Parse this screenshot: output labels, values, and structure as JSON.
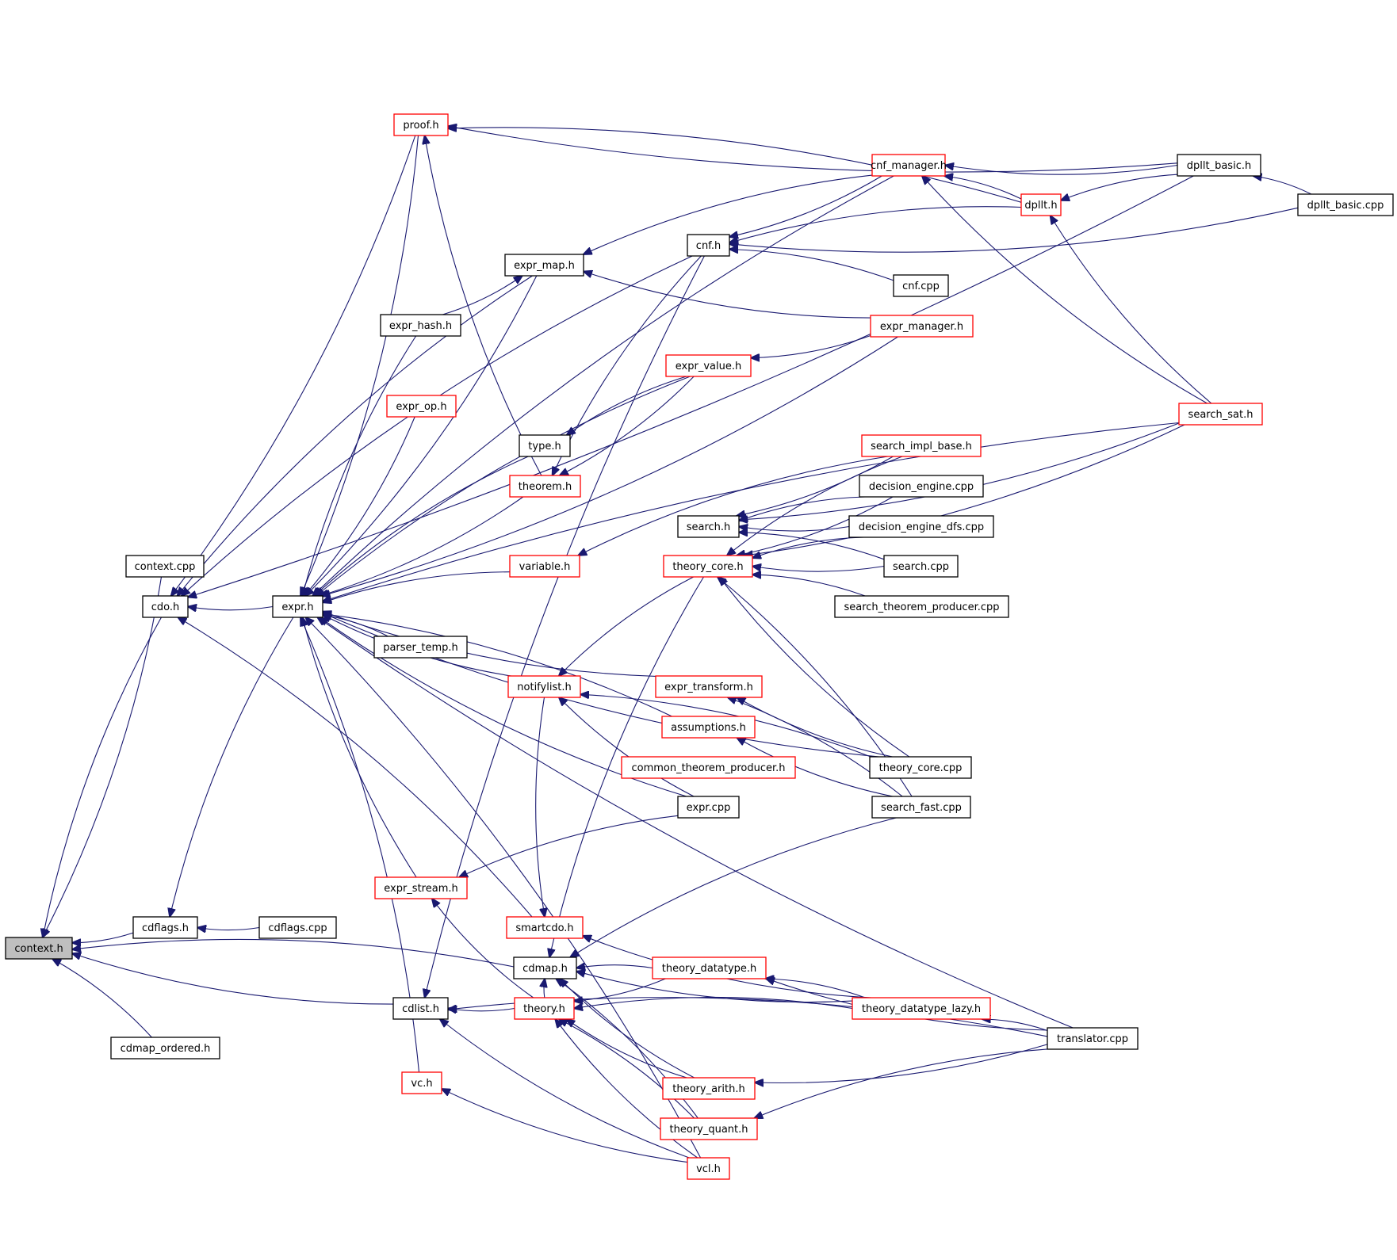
{
  "graph": {
    "title": "context.h include dependency graph (included-by)",
    "root": "context.h",
    "colors": {
      "edge": "#191970",
      "truncated_border": "#ff0000",
      "normal_border": "#000000",
      "root_fill": "#bfbfbf"
    },
    "nodes": [
      {
        "id": "context_h",
        "label": "context.h",
        "status": "root"
      },
      {
        "id": "context_cpp",
        "label": "context.cpp",
        "status": "normal"
      },
      {
        "id": "cdo_h",
        "label": "cdo.h",
        "status": "normal"
      },
      {
        "id": "cdflags_h",
        "label": "cdflags.h",
        "status": "normal"
      },
      {
        "id": "cdflags_cpp",
        "label": "cdflags.cpp",
        "status": "normal"
      },
      {
        "id": "cdmap_ordered_h",
        "label": "cdmap_ordered.h",
        "status": "normal"
      },
      {
        "id": "expr_h",
        "label": "expr.h",
        "status": "normal"
      },
      {
        "id": "proof_h",
        "label": "proof.h",
        "status": "truncated"
      },
      {
        "id": "expr_hash_h",
        "label": "expr_hash.h",
        "status": "normal"
      },
      {
        "id": "expr_op_h",
        "label": "expr_op.h",
        "status": "truncated"
      },
      {
        "id": "parser_temp_h",
        "label": "parser_temp.h",
        "status": "normal"
      },
      {
        "id": "expr_stream_h",
        "label": "expr_stream.h",
        "status": "truncated"
      },
      {
        "id": "vc_h",
        "label": "vc.h",
        "status": "truncated"
      },
      {
        "id": "cdlist_h",
        "label": "cdlist.h",
        "status": "normal"
      },
      {
        "id": "expr_map_h",
        "label": "expr_map.h",
        "status": "normal"
      },
      {
        "id": "type_h",
        "label": "type.h",
        "status": "normal"
      },
      {
        "id": "theorem_h",
        "label": "theorem.h",
        "status": "truncated"
      },
      {
        "id": "variable_h",
        "label": "variable.h",
        "status": "truncated"
      },
      {
        "id": "notifylist_h",
        "label": "notifylist.h",
        "status": "truncated"
      },
      {
        "id": "smartcdo_h",
        "label": "smartcdo.h",
        "status": "truncated"
      },
      {
        "id": "cdmap_h",
        "label": "cdmap.h",
        "status": "normal"
      },
      {
        "id": "theory_h",
        "label": "theory.h",
        "status": "truncated"
      },
      {
        "id": "cnf_h",
        "label": "cnf.h",
        "status": "normal"
      },
      {
        "id": "expr_value_h",
        "label": "expr_value.h",
        "status": "truncated"
      },
      {
        "id": "search_h",
        "label": "search.h",
        "status": "normal"
      },
      {
        "id": "theory_core_h",
        "label": "theory_core.h",
        "status": "truncated"
      },
      {
        "id": "expr_transform_h",
        "label": "expr_transform.h",
        "status": "truncated"
      },
      {
        "id": "assumptions_h",
        "label": "assumptions.h",
        "status": "truncated"
      },
      {
        "id": "common_theorem_producer_h",
        "label": "common_theorem_producer.h",
        "status": "truncated"
      },
      {
        "id": "expr_cpp",
        "label": "expr.cpp",
        "status": "normal"
      },
      {
        "id": "theory_datatype_h",
        "label": "theory_datatype.h",
        "status": "truncated"
      },
      {
        "id": "theory_arith_h",
        "label": "theory_arith.h",
        "status": "truncated"
      },
      {
        "id": "theory_quant_h",
        "label": "theory_quant.h",
        "status": "truncated"
      },
      {
        "id": "vcl_h",
        "label": "vcl.h",
        "status": "truncated"
      },
      {
        "id": "cnf_manager_h",
        "label": "cnf_manager.h",
        "status": "truncated"
      },
      {
        "id": "cnf_cpp",
        "label": "cnf.cpp",
        "status": "normal"
      },
      {
        "id": "expr_manager_h",
        "label": "expr_manager.h",
        "status": "truncated"
      },
      {
        "id": "search_impl_base_h",
        "label": "search_impl_base.h",
        "status": "truncated"
      },
      {
        "id": "decision_engine_cpp",
        "label": "decision_engine.cpp",
        "status": "normal"
      },
      {
        "id": "decision_engine_dfs_cpp",
        "label": "decision_engine_dfs.cpp",
        "status": "normal"
      },
      {
        "id": "search_cpp",
        "label": "search.cpp",
        "status": "normal"
      },
      {
        "id": "search_theorem_producer_cpp",
        "label": "search_theorem_producer.cpp",
        "status": "normal"
      },
      {
        "id": "theory_core_cpp",
        "label": "theory_core.cpp",
        "status": "normal"
      },
      {
        "id": "search_fast_cpp",
        "label": "search_fast.cpp",
        "status": "normal"
      },
      {
        "id": "theory_datatype_lazy_h",
        "label": "theory_datatype_lazy.h",
        "status": "truncated"
      },
      {
        "id": "dpllt_h",
        "label": "dpllt.h",
        "status": "truncated"
      },
      {
        "id": "dpllt_basic_h",
        "label": "dpllt_basic.h",
        "status": "normal"
      },
      {
        "id": "dpllt_basic_cpp",
        "label": "dpllt_basic.cpp",
        "status": "normal"
      },
      {
        "id": "search_sat_h",
        "label": "search_sat.h",
        "status": "truncated"
      },
      {
        "id": "translator_cpp",
        "label": "translator.cpp",
        "status": "normal"
      }
    ],
    "edges": [
      {
        "from": "context_cpp",
        "to": "context_h"
      },
      {
        "from": "cdo_h",
        "to": "context_h"
      },
      {
        "from": "cdflags_h",
        "to": "context_h"
      },
      {
        "from": "cdmap_h",
        "to": "context_h"
      },
      {
        "from": "cdlist_h",
        "to": "context_h"
      },
      {
        "from": "cdmap_ordered_h",
        "to": "context_h"
      },
      {
        "from": "cdflags_cpp",
        "to": "cdflags_h"
      },
      {
        "from": "expr_h",
        "to": "cdflags_h"
      },
      {
        "from": "expr_h",
        "to": "cdo_h"
      },
      {
        "from": "smartcdo_h",
        "to": "cdo_h"
      },
      {
        "from": "proof_h",
        "to": "cdo_h"
      },
      {
        "from": "cnf_h",
        "to": "cdo_h"
      },
      {
        "from": "dpllt_basic_h",
        "to": "cdo_h"
      },
      {
        "from": "expr_map_h",
        "to": "cdo_h"
      },
      {
        "from": "proof_h",
        "to": "expr_h"
      },
      {
        "from": "expr_hash_h",
        "to": "expr_h"
      },
      {
        "from": "expr_op_h",
        "to": "expr_h"
      },
      {
        "from": "parser_temp_h",
        "to": "expr_h"
      },
      {
        "from": "expr_stream_h",
        "to": "expr_h"
      },
      {
        "from": "vc_h",
        "to": "expr_h"
      },
      {
        "from": "expr_map_h",
        "to": "expr_h"
      },
      {
        "from": "type_h",
        "to": "expr_h"
      },
      {
        "from": "theorem_h",
        "to": "expr_h"
      },
      {
        "from": "variable_h",
        "to": "expr_h"
      },
      {
        "from": "notifylist_h",
        "to": "expr_h"
      },
      {
        "from": "expr_value_h",
        "to": "expr_h"
      },
      {
        "from": "expr_transform_h",
        "to": "expr_h"
      },
      {
        "from": "assumptions_h",
        "to": "expr_h"
      },
      {
        "from": "expr_cpp",
        "to": "expr_h"
      },
      {
        "from": "cnf_manager_h",
        "to": "expr_h"
      },
      {
        "from": "expr_manager_h",
        "to": "expr_h"
      },
      {
        "from": "search_sat_h",
        "to": "expr_h"
      },
      {
        "from": "theory_core_cpp",
        "to": "expr_h"
      },
      {
        "from": "vcl_h",
        "to": "expr_h"
      },
      {
        "from": "translator_cpp",
        "to": "expr_h"
      },
      {
        "from": "expr_hash_h",
        "to": "expr_map_h"
      },
      {
        "from": "expr_manager_h",
        "to": "expr_map_h"
      },
      {
        "from": "cnf_manager_h",
        "to": "expr_map_h"
      },
      {
        "from": "dpllt_basic_h",
        "to": "proof_h"
      },
      {
        "from": "dpllt_h",
        "to": "proof_h"
      },
      {
        "from": "theorem_h",
        "to": "proof_h"
      },
      {
        "from": "cnf_h",
        "to": "theorem_h"
      },
      {
        "from": "expr_value_h",
        "to": "theorem_h"
      },
      {
        "from": "expr_value_h",
        "to": "type_h"
      },
      {
        "from": "expr_manager_h",
        "to": "expr_value_h"
      },
      {
        "from": "search_impl_base_h",
        "to": "variable_h"
      },
      {
        "from": "cnf_manager_h",
        "to": "cnf_h"
      },
      {
        "from": "dpllt_h",
        "to": "cnf_h"
      },
      {
        "from": "dpllt_basic_cpp",
        "to": "cnf_h"
      },
      {
        "from": "cnf_cpp",
        "to": "cnf_h"
      },
      {
        "from": "dpllt_basic_h",
        "to": "cnf_manager_h"
      },
      {
        "from": "dpllt_h",
        "to": "cnf_manager_h"
      },
      {
        "from": "search_sat_h",
        "to": "cnf_manager_h"
      },
      {
        "from": "dpllt_basic_h",
        "to": "dpllt_h"
      },
      {
        "from": "search_sat_h",
        "to": "dpllt_h"
      },
      {
        "from": "dpllt_basic_cpp",
        "to": "dpllt_basic_h"
      },
      {
        "from": "search_impl_base_h",
        "to": "search_h"
      },
      {
        "from": "decision_engine_cpp",
        "to": "search_h"
      },
      {
        "from": "decision_engine_dfs_cpp",
        "to": "search_h"
      },
      {
        "from": "search_cpp",
        "to": "search_h"
      },
      {
        "from": "search_sat_h",
        "to": "search_h"
      },
      {
        "from": "search_impl_base_h",
        "to": "theory_core_h"
      },
      {
        "from": "decision_engine_cpp",
        "to": "theory_core_h"
      },
      {
        "from": "decision_engine_dfs_cpp",
        "to": "theory_core_h"
      },
      {
        "from": "search_cpp",
        "to": "theory_core_h"
      },
      {
        "from": "search_theorem_producer_cpp",
        "to": "theory_core_h"
      },
      {
        "from": "theory_core_cpp",
        "to": "theory_core_h"
      },
      {
        "from": "search_fast_cpp",
        "to": "theory_core_h"
      },
      {
        "from": "search_sat_h",
        "to": "theory_core_h"
      },
      {
        "from": "theory_core_h",
        "to": "notifylist_h"
      },
      {
        "from": "expr_cpp",
        "to": "notifylist_h"
      },
      {
        "from": "theory_core_cpp",
        "to": "notifylist_h"
      },
      {
        "from": "theory_core_cpp",
        "to": "expr_transform_h"
      },
      {
        "from": "search_fast_cpp",
        "to": "expr_transform_h"
      },
      {
        "from": "search_fast_cpp",
        "to": "assumptions_h"
      },
      {
        "from": "expr_cpp",
        "to": "expr_stream_h"
      },
      {
        "from": "theory_h",
        "to": "expr_stream_h"
      },
      {
        "from": "notifylist_h",
        "to": "smartcdo_h"
      },
      {
        "from": "theory_datatype_lazy_h",
        "to": "smartcdo_h"
      },
      {
        "from": "theory_datatype_h",
        "to": "cdmap_h"
      },
      {
        "from": "theory_h",
        "to": "cdmap_h"
      },
      {
        "from": "search_fast_cpp",
        "to": "cdmap_h"
      },
      {
        "from": "theory_arith_h",
        "to": "cdmap_h"
      },
      {
        "from": "theory_quant_h",
        "to": "cdmap_h"
      },
      {
        "from": "theory_datatype_lazy_h",
        "to": "cdmap_h"
      },
      {
        "from": "theory_core_h",
        "to": "cdmap_h"
      },
      {
        "from": "theory_h",
        "to": "cdlist_h"
      },
      {
        "from": "cnf_h",
        "to": "cdlist_h"
      },
      {
        "from": "vcl_h",
        "to": "cdlist_h"
      },
      {
        "from": "translator_cpp",
        "to": "cdlist_h"
      },
      {
        "from": "theory_datatype_h",
        "to": "theory_h"
      },
      {
        "from": "theory_datatype_lazy_h",
        "to": "theory_h"
      },
      {
        "from": "theory_arith_h",
        "to": "theory_h"
      },
      {
        "from": "theory_quant_h",
        "to": "theory_h"
      },
      {
        "from": "vcl_h",
        "to": "theory_h"
      },
      {
        "from": "theory_datatype_lazy_h",
        "to": "theory_datatype_h"
      },
      {
        "from": "translator_cpp",
        "to": "theory_datatype_h"
      },
      {
        "from": "translator_cpp",
        "to": "theory_datatype_lazy_h"
      },
      {
        "from": "translator_cpp",
        "to": "theory_arith_h"
      },
      {
        "from": "translator_cpp",
        "to": "theory_quant_h"
      },
      {
        "from": "vcl_h",
        "to": "vc_h"
      }
    ]
  }
}
